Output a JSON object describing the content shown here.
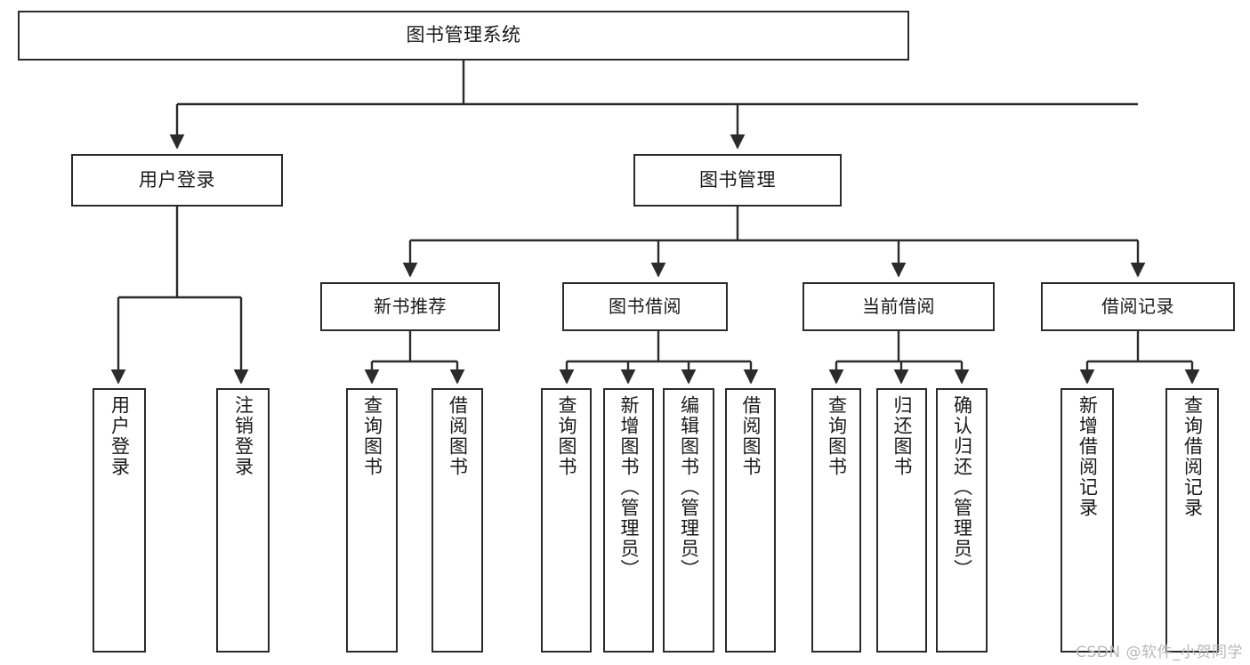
{
  "diagram": {
    "title": "图书管理系统",
    "type": "tree-hierarchy-chart",
    "root": {
      "label": "图书管理系统"
    },
    "level1": [
      {
        "label": "用户登录"
      },
      {
        "label": "图书管理"
      }
    ],
    "level2": [
      {
        "label": "新书推荐"
      },
      {
        "label": "图书借阅"
      },
      {
        "label": "当前借阅"
      },
      {
        "label": "借阅记录"
      }
    ],
    "leaves": {
      "user_login": [
        {
          "label": "用户登录"
        },
        {
          "label": "注销登录"
        }
      ],
      "new_book_recommend": [
        {
          "label": "查询图书"
        },
        {
          "label": "借阅图书"
        }
      ],
      "book_borrow": [
        {
          "label": "查询图书"
        },
        {
          "label": "新增图书（管理员）"
        },
        {
          "label": "编辑图书（管理员）"
        },
        {
          "label": "借阅图书"
        }
      ],
      "current_borrow": [
        {
          "label": "查询图书"
        },
        {
          "label": "归还图书"
        },
        {
          "label": "确认归还（管理员）"
        }
      ],
      "borrow_record": [
        {
          "label": "新增借阅记录"
        },
        {
          "label": "查询借阅记录"
        }
      ]
    }
  },
  "watermark": {
    "text": "CSDN @软件_小贺同学"
  },
  "colors": {
    "box_border": "#2b2b2b",
    "edge_line": "#2b2b2b",
    "text": "#1a1a1a",
    "background": "#ffffff",
    "watermark": "#b9b9b9"
  }
}
